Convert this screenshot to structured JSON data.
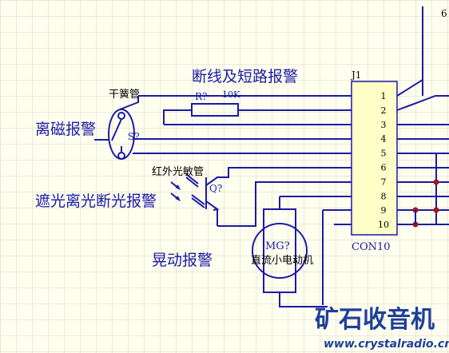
{
  "labels": {
    "break_short_alarm": "断线及短路报警",
    "reed_tube": "干簧管",
    "magnetic_alarm": "离磁报警",
    "switch_ref": "S?",
    "resistor_ref": "R?",
    "resistor_value": "10K",
    "phototube": "红外光敏管",
    "phototube_ref": "Q?",
    "light_alarm": "遮光离光断光报警",
    "shake_alarm": "晃动报警",
    "motor_ref": "MG?",
    "motor_desc": "直流小电动机",
    "connector_ref": "J1",
    "connector_part": "CON10",
    "corner_pin": "6"
  },
  "connector": {
    "pins": [
      "1",
      "2",
      "3",
      "4",
      "5",
      "6",
      "7",
      "8",
      "9",
      "10"
    ]
  },
  "watermark": {
    "brand": "矿石收音机",
    "url": "www.crystalradio.cn"
  },
  "colors": {
    "background": "#fffff0",
    "grid": "#d7d2c0",
    "wire": "#1a1aa6",
    "connector_fill": "#ffffc8",
    "junction": "#a01818",
    "watermark": "#1e3f9c"
  }
}
